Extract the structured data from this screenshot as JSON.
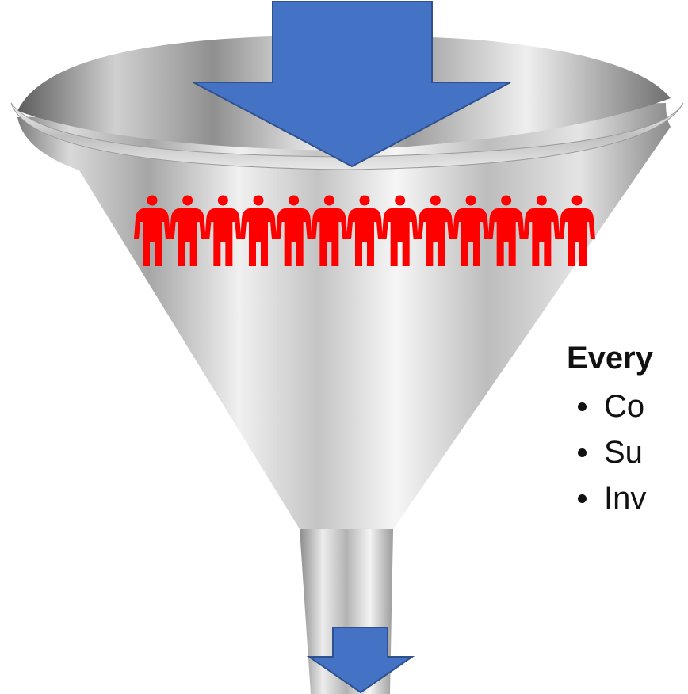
{
  "text": {
    "heading": "Every",
    "bullets": [
      "Co",
      "Su",
      "Inv"
    ]
  },
  "people_count": 13,
  "colors": {
    "arrow": "#4472c4",
    "arrow_outline": "#2f528f",
    "figures": "#ff0000",
    "text": "#111111"
  },
  "icons": {
    "top_arrow": "arrow-down-icon",
    "bottom_arrow": "arrow-down-icon",
    "person": "person-icon"
  }
}
